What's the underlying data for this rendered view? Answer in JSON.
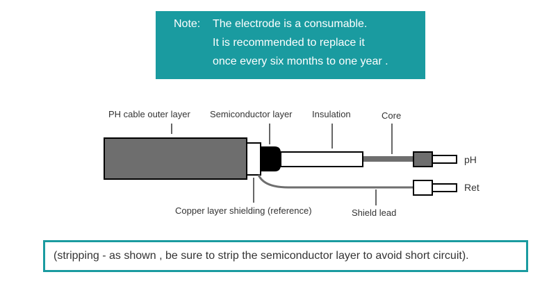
{
  "note": {
    "label": "Note:",
    "lines": [
      "The electrode is a consumable.",
      "It is recommended to replace it",
      "once every six months to one year ."
    ]
  },
  "diagram": {
    "labels": {
      "outer_layer": "PH cable outer layer",
      "semiconductor": "Semiconductor layer",
      "insulation": "Insulation",
      "core": "Core",
      "copper_shield": "Copper layer shielding (reference)",
      "shield_lead": "Shield lead",
      "ph_terminal": "pH",
      "ret_terminal": "Ret"
    },
    "colors": {
      "outer_layer": "#6e6e6e",
      "semiconductor": "#000000",
      "core": "#6e6e6e",
      "shield_lead": "#6e6e6e"
    }
  },
  "tip": {
    "text": "(stripping - as shown , be sure to strip the semiconductor layer to avoid short circuit)."
  }
}
